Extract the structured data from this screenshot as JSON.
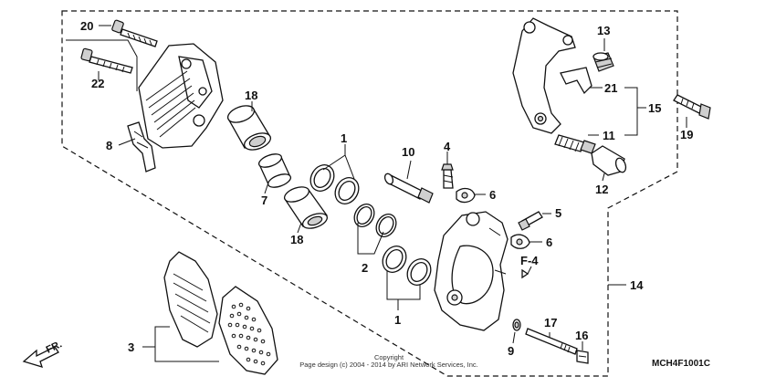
{
  "diagram_code": "MCH4F1001C",
  "copyright_line1": "Copyright",
  "copyright_line2": "Page design (c) 2004 - 2014 by ARI Network Services, Inc.",
  "reference_label": "F-4",
  "direction_label": "FR.",
  "callouts": {
    "c1a": "1",
    "c1b": "1",
    "c2": "2",
    "c3": "3",
    "c4": "4",
    "c5": "5",
    "c6a": "6",
    "c6b": "6",
    "c7": "7",
    "c8": "8",
    "c9": "9",
    "c10": "10",
    "c11": "11",
    "c12": "12",
    "c13": "13",
    "c14": "14",
    "c15": "15",
    "c16": "16",
    "c17": "17",
    "c18a": "18",
    "c18b": "18",
    "c19": "19",
    "c20": "20",
    "c21": "21",
    "c22": "22"
  }
}
